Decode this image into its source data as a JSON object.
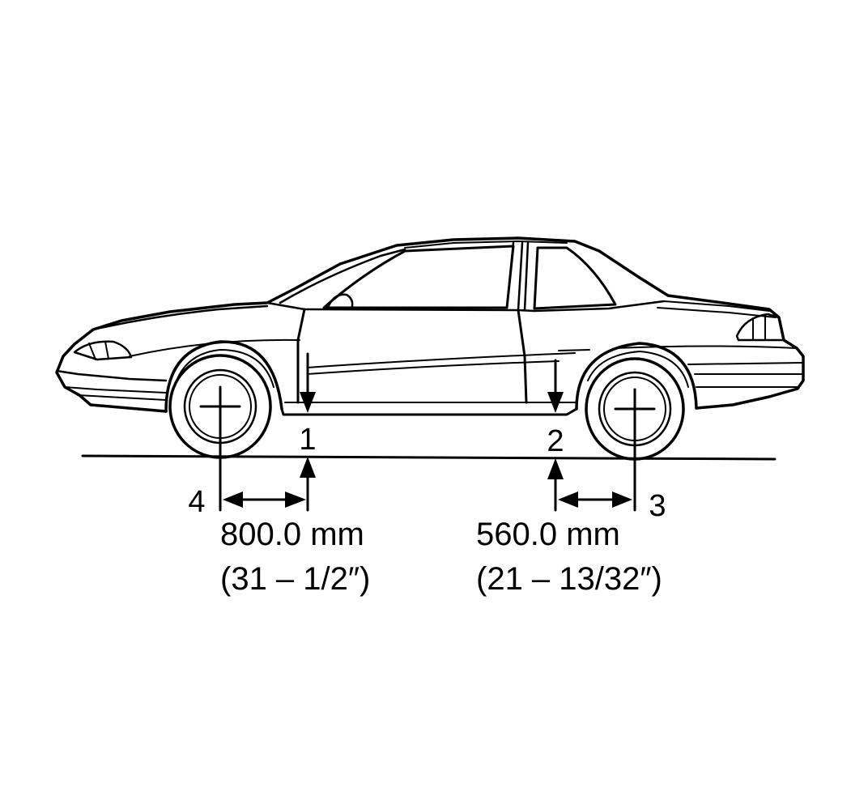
{
  "diagram": {
    "callouts": {
      "point1": "1",
      "point2": "2",
      "point3": "3",
      "point4": "4"
    },
    "front_measurement": {
      "metric": "800.0 mm",
      "imperial": "(31 – 1/2″)"
    },
    "rear_measurement": {
      "metric": "560.0 mm",
      "imperial": "(21 – 13/32″)"
    },
    "colors": {
      "line": "#000000",
      "background": "#ffffff"
    }
  }
}
